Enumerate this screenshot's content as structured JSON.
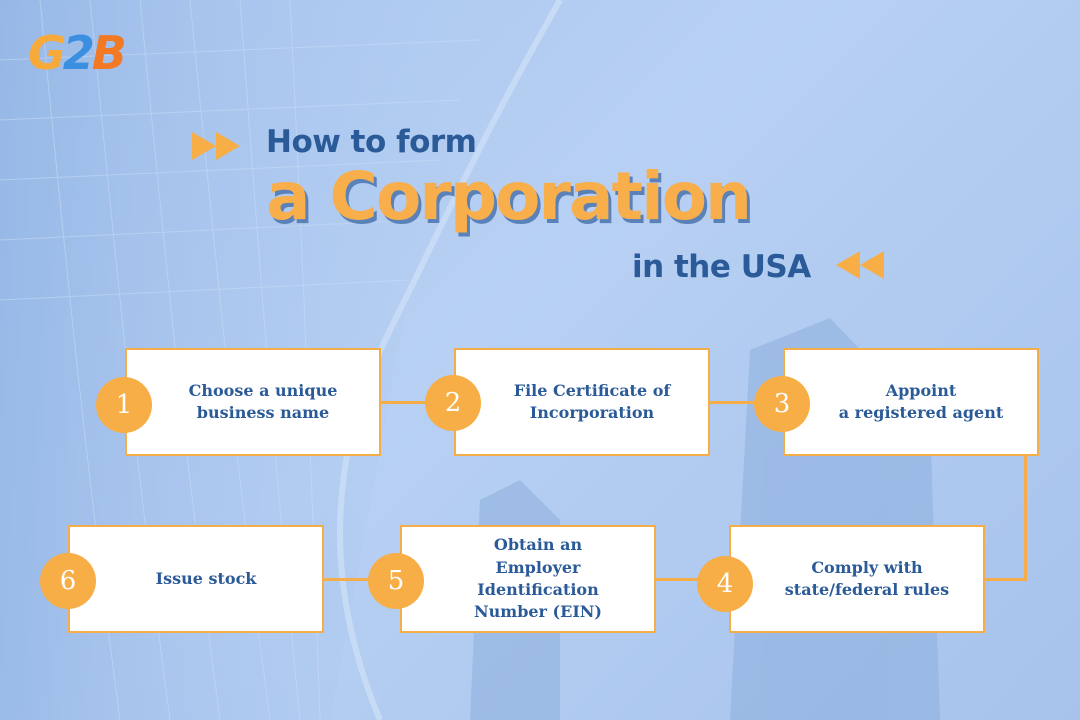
{
  "logo": {
    "g": "G",
    "two": "2",
    "b": "B"
  },
  "title": {
    "line1": "How to form",
    "line2": "a Corporation",
    "line3": "in the USA"
  },
  "steps": [
    {
      "number": "1",
      "label": "Choose a unique\nbusiness name"
    },
    {
      "number": "2",
      "label": "File Certificate of\nIncorporation"
    },
    {
      "number": "3",
      "label": "Appoint\na registered agent"
    },
    {
      "number": "4",
      "label": "Comply with\nstate/federal rules"
    },
    {
      "number": "5",
      "label": "Obtain an Employer\nIdentification\nNumber (EIN)"
    },
    {
      "number": "6",
      "label": "Issue stock"
    }
  ],
  "colors": {
    "accent_orange": "#f7ae47",
    "title_blue": "#2a5a98",
    "background": "#b0cbf0",
    "box": "#ffffff"
  }
}
